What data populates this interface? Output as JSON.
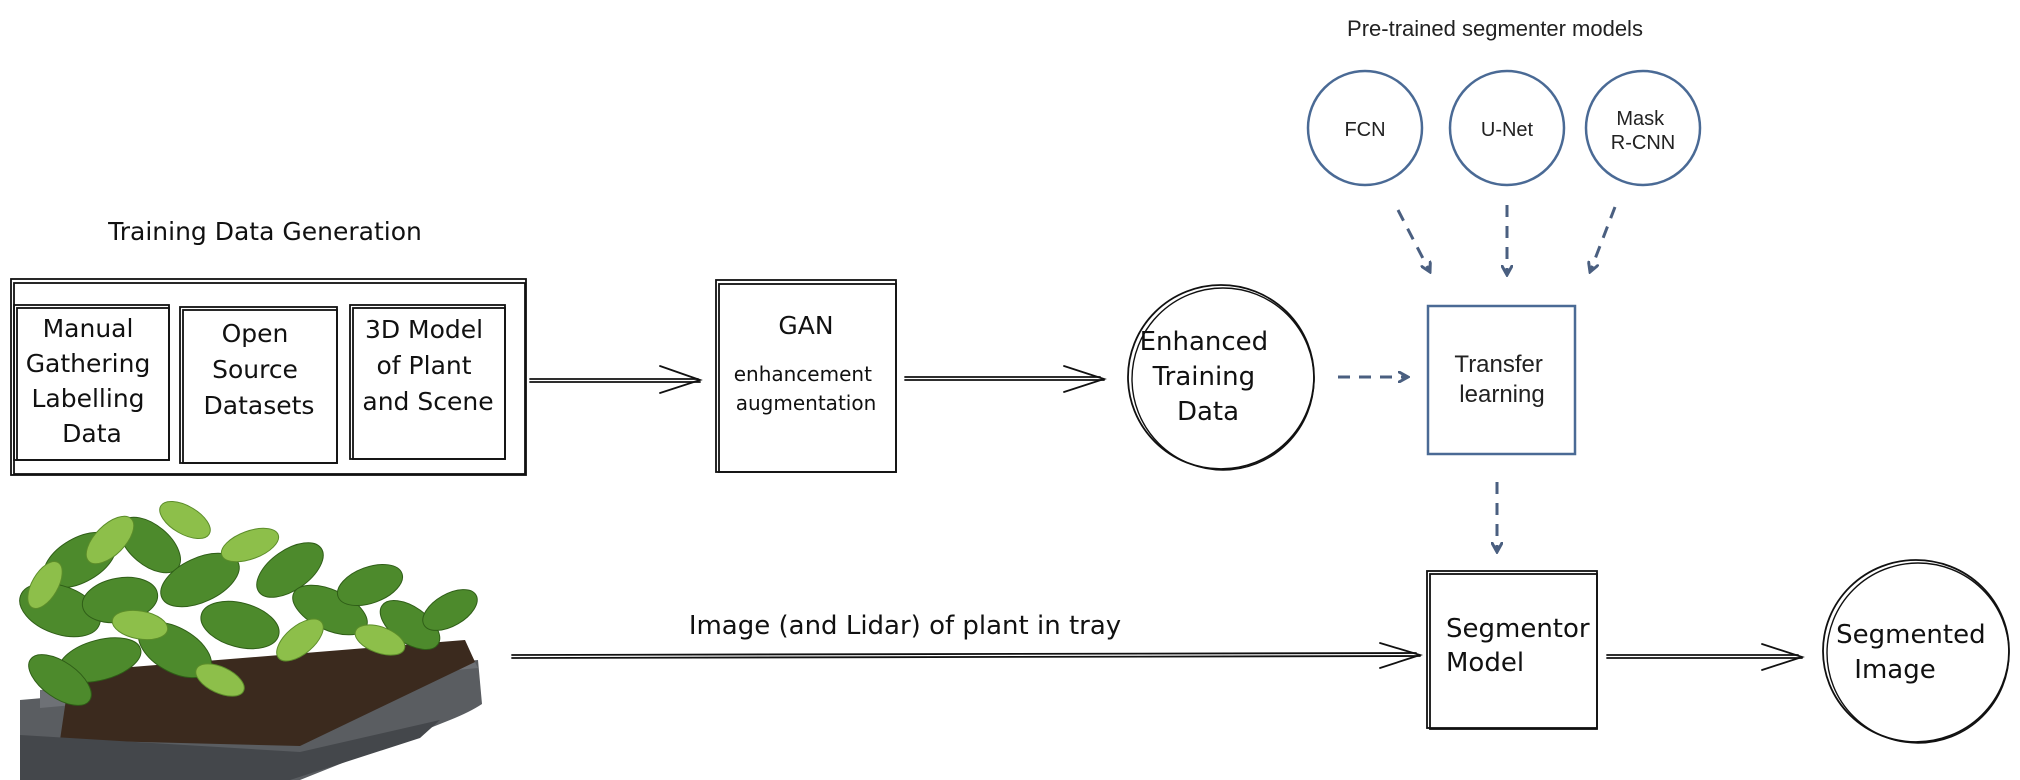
{
  "models_group": {
    "title": "Pre-trained segmenter models",
    "models": [
      {
        "lines": [
          "FCN"
        ]
      },
      {
        "lines": [
          "U-Net"
        ]
      },
      {
        "lines": [
          "Mask",
          "R-CNN"
        ]
      }
    ]
  },
  "training_group": {
    "title": "Training Data Generation",
    "sources": [
      {
        "lines": [
          "Manual",
          "Gathering",
          "Labelling",
          "Data"
        ]
      },
      {
        "lines": [
          "Open",
          "Source",
          "Datasets"
        ]
      },
      {
        "lines": [
          "3D Model",
          "of Plant",
          "and Scene"
        ]
      }
    ]
  },
  "gan": {
    "title": "GAN",
    "lines": [
      "enhancement",
      "augmentation"
    ]
  },
  "enhanced": {
    "lines": [
      "Enhanced",
      "Training",
      "Data"
    ]
  },
  "transfer": {
    "lines": [
      "Transfer",
      "learning"
    ]
  },
  "segmentor": {
    "lines": [
      "Segmentor",
      "Model"
    ]
  },
  "output": {
    "lines": [
      "Segmented",
      "Image"
    ]
  },
  "input_label": "Image (and Lidar) of plant in tray",
  "colors": {
    "ink": "#111111",
    "dashed": "#4a5f80",
    "model_stroke": "#4a6a95",
    "tray": "#55585c",
    "soil": "#3b2a1e",
    "leaf_dark": "#3f7a22",
    "leaf_light": "#8dbf4a"
  },
  "icons": {
    "plant_photo": "plant-tray-icon"
  }
}
